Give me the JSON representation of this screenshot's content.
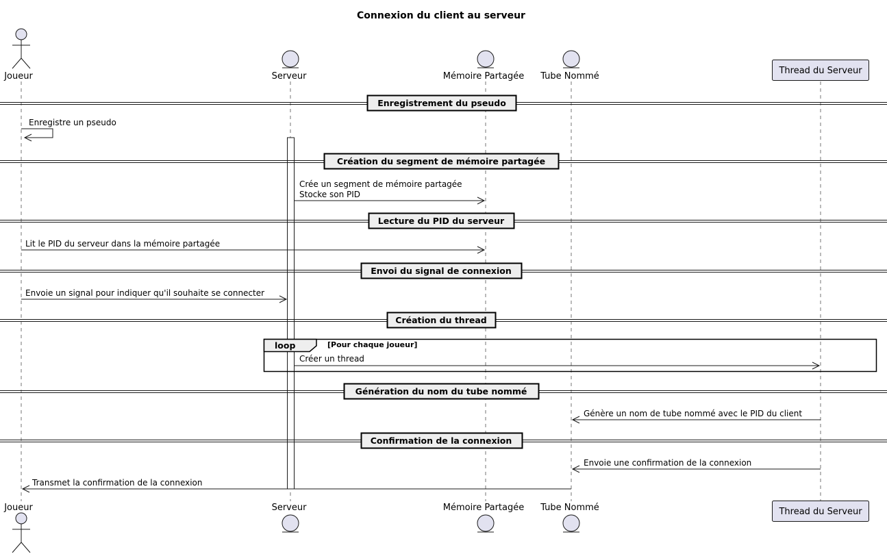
{
  "title": "Connexion du client au serveur",
  "participants": {
    "joueur": "Joueur",
    "serveur": "Serveur",
    "memoire": "Mémoire Partagée",
    "tube": "Tube Nommé",
    "thread": "Thread du Serveur"
  },
  "dividers": [
    "Enregistrement du pseudo",
    "Création du segment de mémoire partagée",
    "Lecture du PID du serveur",
    "Envoi du signal de connexion",
    "Création du thread",
    "Génération du nom du tube nommé",
    "Confirmation de la connexion"
  ],
  "messages": [
    {
      "from": "Joueur",
      "to": "Joueur",
      "lines": [
        "Enregistre un pseudo"
      ]
    },
    {
      "from": "Serveur",
      "to": "Mémoire Partagée",
      "lines": [
        "Crée un segment de mémoire partagée",
        "Stocke son PID"
      ]
    },
    {
      "from": "Joueur",
      "to": "Mémoire Partagée",
      "lines": [
        "Lit le PID du serveur dans la mémoire partagée"
      ]
    },
    {
      "from": "Joueur",
      "to": "Serveur",
      "lines": [
        "Envoie un signal pour indiquer qu'il souhaite se connecter"
      ]
    },
    {
      "from": "Serveur",
      "to": "Thread du Serveur",
      "lines": [
        "Créer un thread"
      ]
    },
    {
      "from": "Thread du Serveur",
      "to": "Tube Nommé",
      "lines": [
        "Génère un nom de tube nommé avec le PID du client"
      ]
    },
    {
      "from": "Thread du Serveur",
      "to": "Tube Nommé",
      "lines": [
        "Envoie une confirmation de la connexion"
      ]
    },
    {
      "from": "Tube Nommé",
      "to": "Joueur",
      "lines": [
        "Transmet la confirmation de la connexion"
      ]
    }
  ],
  "loop": {
    "keyword": "loop",
    "condition": "[Pour chaque joueur]"
  },
  "colors": {
    "participant_fill": "#E2E2F0",
    "participant_stroke": "#181818",
    "divider_fill": "#EEEEEE",
    "lifeline": "#181818"
  }
}
